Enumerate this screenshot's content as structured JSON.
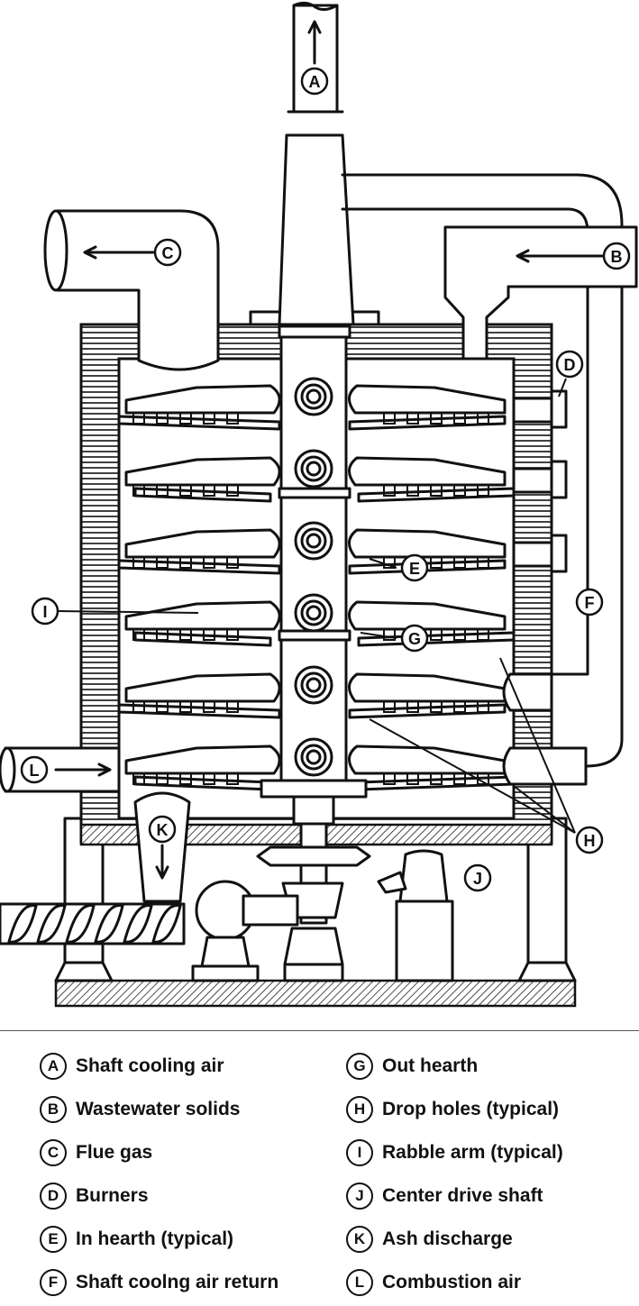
{
  "callouts": {
    "A": "A",
    "B": "B",
    "C": "C",
    "D": "D",
    "E": "E",
    "F": "F",
    "G": "G",
    "H": "H",
    "I": "I",
    "J": "J",
    "K": "K",
    "L": "L"
  },
  "legend": {
    "left": [
      {
        "letter": "A",
        "label": "Shaft cooling air"
      },
      {
        "letter": "B",
        "label": "Wastewater solids"
      },
      {
        "letter": "C",
        "label": "Flue gas"
      },
      {
        "letter": "D",
        "label": "Burners"
      },
      {
        "letter": "E",
        "label": "In hearth (typical)"
      },
      {
        "letter": "F",
        "label": "Shaft coolng air return"
      }
    ],
    "right": [
      {
        "letter": "G",
        "label": "Out hearth"
      },
      {
        "letter": "H",
        "label": "Drop holes (typical)"
      },
      {
        "letter": "I",
        "label": "Rabble arm (typical)"
      },
      {
        "letter": "J",
        "label": "Center drive shaft"
      },
      {
        "letter": "K",
        "label": "Ash discharge"
      },
      {
        "letter": "L",
        "label": "Combustion air"
      }
    ]
  }
}
